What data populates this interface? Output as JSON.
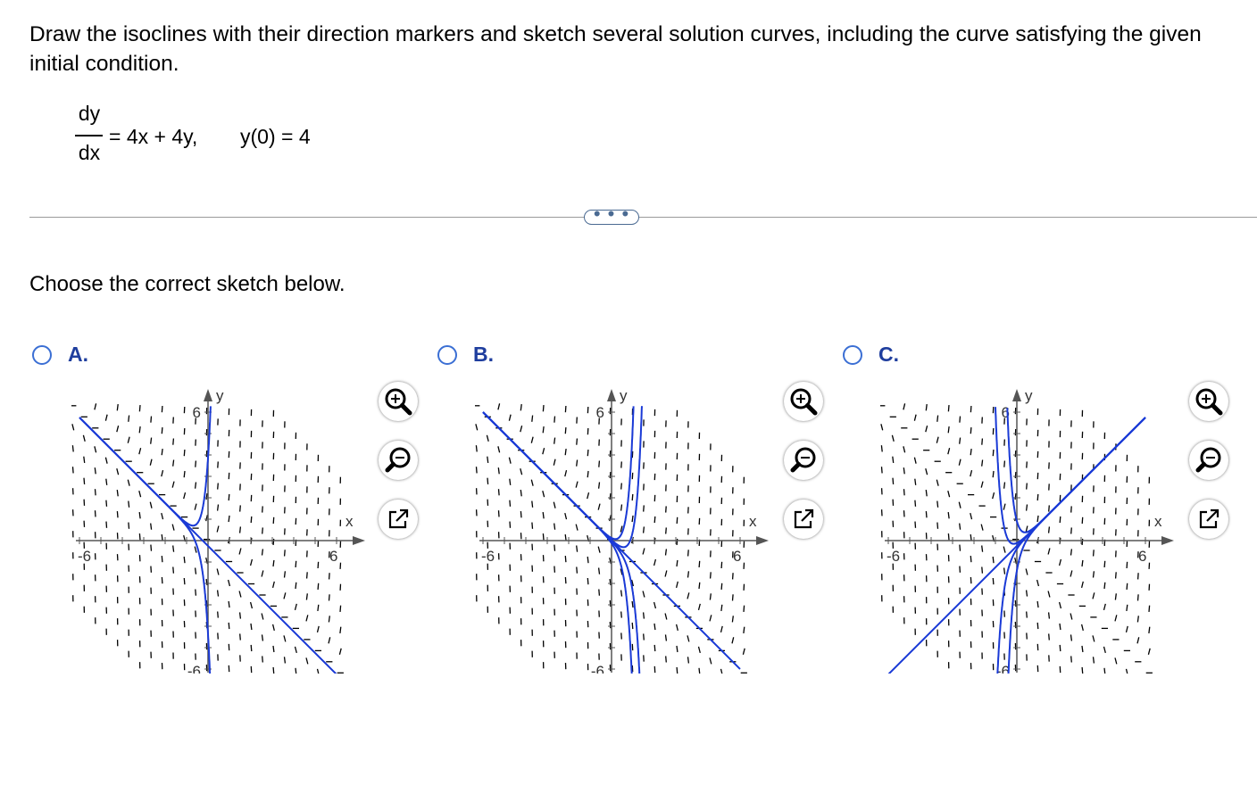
{
  "question": {
    "text": "Draw the isoclines with their direction markers and sketch several solution curves, including the curve satisfying the given initial condition.",
    "equation": {
      "numerator": "dy",
      "denominator": "dx",
      "rhs": "= 4x + 4y,",
      "initial_condition": "y(0) = 4"
    }
  },
  "ellipsis": "• • •",
  "prompt": "Choose the correct sketch below.",
  "options": [
    {
      "letter": "A.",
      "selected": false
    },
    {
      "letter": "B.",
      "selected": false
    },
    {
      "letter": "C.",
      "selected": false
    }
  ],
  "graph": {
    "x_label": "x",
    "y_label": "y",
    "tick_pos": "6",
    "tick_neg": "-6",
    "xlim": [
      -6,
      6
    ],
    "ylim": [
      -6,
      6
    ]
  },
  "tools": [
    "zoom-in-icon",
    "zoom-out-icon",
    "open-in-new-window-icon"
  ],
  "colors": {
    "curve": "#1a3ad6",
    "option_letter": "#1f3e9e",
    "radio": "#3b6fd4",
    "separator": "#9a9a9a"
  }
}
